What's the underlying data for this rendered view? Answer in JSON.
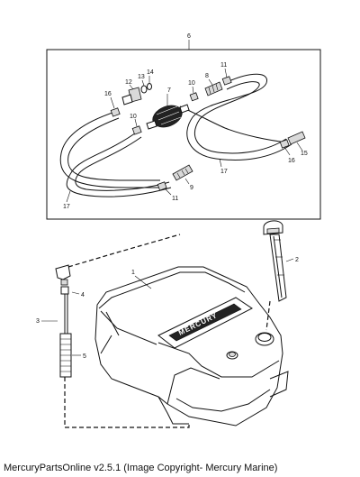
{
  "callouts": {
    "c1": "1",
    "c2": "2",
    "c3": "3",
    "c4": "4",
    "c5": "5",
    "c6": "6",
    "c7": "7",
    "c8": "8",
    "c9": "9",
    "c10a": "10",
    "c10b": "10",
    "c11a": "11",
    "c11b": "11",
    "c12": "12",
    "c13": "13",
    "c14": "14",
    "c15": "15",
    "c16a": "16",
    "c16b": "16",
    "c17a": "17",
    "c17b": "17"
  },
  "tank_logo": "MERCURY",
  "footer": "MercuryPartsOnline v2.5.1 (Image Copyright- Mercury Marine)"
}
